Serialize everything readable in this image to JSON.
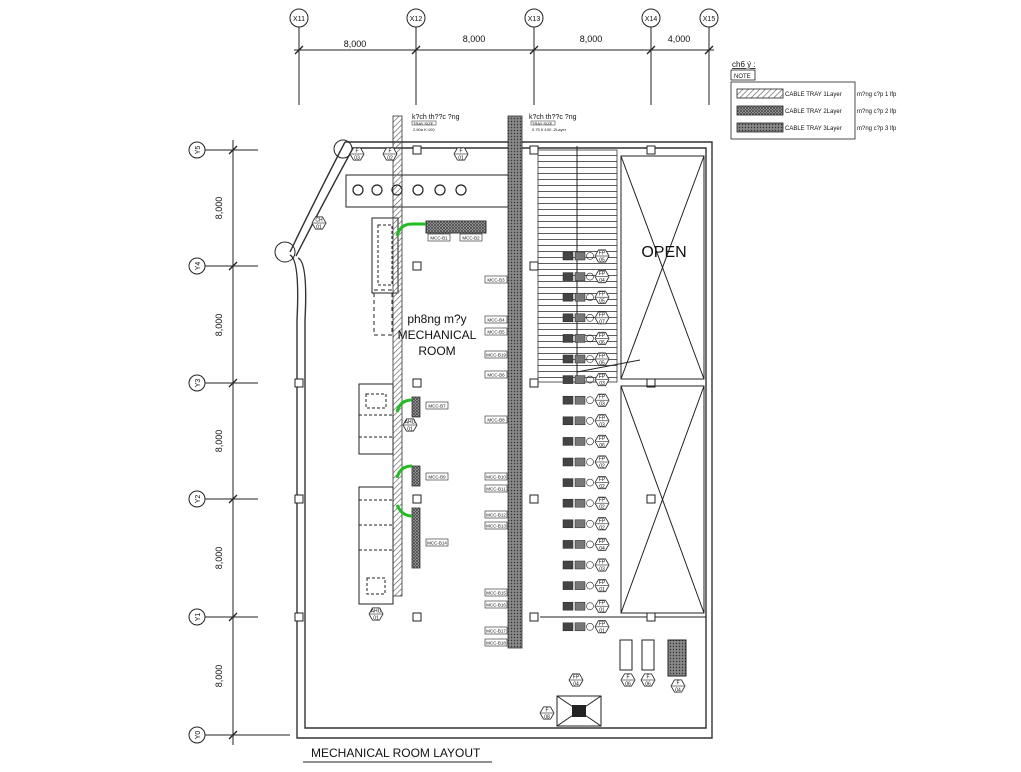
{
  "title": "MECHANICAL ROOM LAYOUT",
  "grid_x": [
    {
      "label": "X11"
    },
    {
      "label": "X12"
    },
    {
      "label": "X13"
    },
    {
      "label": "X14"
    },
    {
      "label": "X15"
    }
  ],
  "grid_y": [
    {
      "label": "Y5"
    },
    {
      "label": "Y4"
    },
    {
      "label": "Y3"
    },
    {
      "label": "Y2"
    },
    {
      "label": "Y1"
    },
    {
      "label": "Y0"
    }
  ],
  "dims_x": [
    "8,000",
    "8,000",
    "8,000",
    "4,000"
  ],
  "dims_y": [
    "8,000",
    "8,000",
    "8,000",
    "8,000",
    "8,000"
  ],
  "room_label": {
    "line1": "ph8ng m?y",
    "line2": "MECHANICAL",
    "line3": "ROOM"
  },
  "open_label": "OPEN",
  "legend": {
    "heading": "ch6 ý :",
    "note": "NOTE",
    "rows": [
      {
        "text": "CABLE TRAY 1Layer",
        "desc": "m?ng c?p 1 lfp"
      },
      {
        "text": "CABLE TRAY 2Layer",
        "desc": "m?ng c?p 2 lfp"
      },
      {
        "text": "CABLE TRAY 3Layer",
        "desc": "m?ng c?p 3 lfp"
      }
    ]
  },
  "tray_labels": [
    {
      "title": "k?ch th??c ?ng",
      "sub1": "TRAY SIZE",
      "sub2": "2.60a K:100"
    },
    {
      "title": "k?ch th??c ?ng",
      "sub1": "TRAY SIZE",
      "sub2": "0.75 K:100 -2Layer"
    }
  ],
  "equipment_tags": [
    {
      "top": "F",
      "bottom": "03"
    },
    {
      "top": "F",
      "bottom": "02"
    },
    {
      "top": "F",
      "bottom": "01"
    },
    {
      "top": "CH",
      "bottom": "01"
    },
    {
      "top": "AHU",
      "bottom": "01"
    },
    {
      "top": "AHU",
      "bottom": "01"
    }
  ],
  "mcc_tags": [
    "MCC-B1",
    "MCC-B2",
    "MCC-B3",
    "MCC-B4",
    "MCC-B5",
    "MCC-B6",
    "MCC-B7",
    "MCC-B8",
    "MCC-B9",
    "MCC-B10",
    "MCC-B11",
    "MCC-B12",
    "MCC-B13",
    "MCC-B14",
    "MCC-B15",
    "MCC-B16",
    "MCC-B17",
    "MCC-B18",
    "MCC-B19"
  ],
  "fp_tags": [
    {
      "top": "FP",
      "bottom": "05"
    },
    {
      "top": "FP",
      "bottom": "04"
    },
    {
      "top": "FP",
      "bottom": "05"
    },
    {
      "top": "FP",
      "bottom": "07"
    },
    {
      "top": "FP",
      "bottom": "06"
    },
    {
      "top": "FP",
      "bottom": "05"
    },
    {
      "top": "FP",
      "bottom": "03"
    },
    {
      "top": "FP",
      "bottom": "03"
    },
    {
      "top": "FP",
      "bottom": "03"
    },
    {
      "top": "FP",
      "bottom": "06"
    },
    {
      "top": "FP",
      "bottom": "02"
    },
    {
      "top": "FP",
      "bottom": "02"
    },
    {
      "top": "FP",
      "bottom": "02"
    },
    {
      "top": "FP",
      "bottom": "02"
    },
    {
      "top": "FP",
      "bottom": "04"
    },
    {
      "top": "FP",
      "bottom": "03"
    },
    {
      "top": "FP",
      "bottom": "01"
    },
    {
      "top": "FP",
      "bottom": "01"
    },
    {
      "top": "FP",
      "bottom": "01"
    }
  ],
  "bottom_tags": [
    {
      "top": "FP",
      "bottom": "04"
    },
    {
      "top": "F",
      "bottom": "06"
    },
    {
      "top": "F",
      "bottom": "06"
    },
    {
      "top": "F",
      "bottom": "04"
    },
    {
      "top": "F",
      "bottom": "08"
    }
  ],
  "colors": {
    "line": "#222222",
    "green_route": "#22bb22",
    "tray_fill": "#999999"
  }
}
